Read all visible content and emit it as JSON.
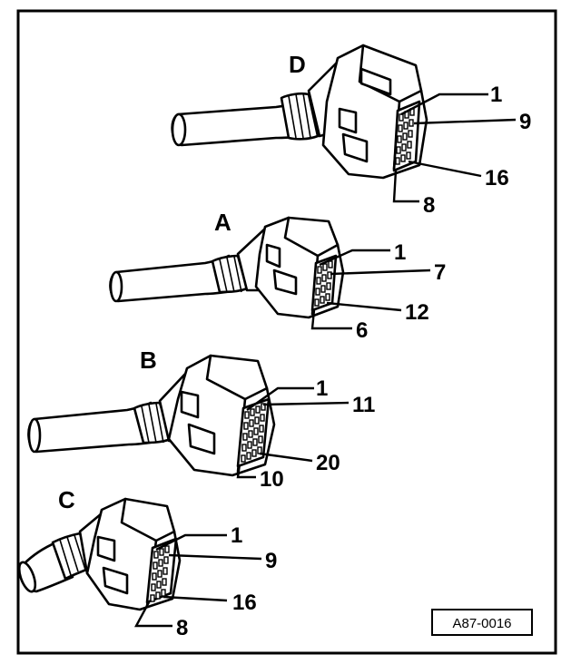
{
  "figure_ref": "A87-0016",
  "colors": {
    "ink": "#000000",
    "paper": "#ffffff"
  },
  "connectors": {
    "D": {
      "label": "D",
      "pins": {
        "a": "1",
        "b": "9",
        "c": "16",
        "d": "8"
      }
    },
    "A": {
      "label": "A",
      "pins": {
        "a": "1",
        "b": "7",
        "c": "12",
        "d": "6"
      }
    },
    "B": {
      "label": "B",
      "pins": {
        "a": "1",
        "b": "11",
        "c": "20",
        "d": "10"
      }
    },
    "C": {
      "label": "C",
      "pins": {
        "a": "1",
        "b": "9",
        "c": "16",
        "d": "8"
      }
    }
  }
}
